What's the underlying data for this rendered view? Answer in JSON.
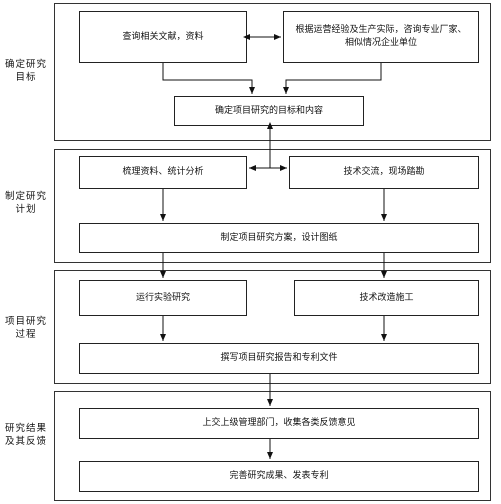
{
  "stages": [
    {
      "id": "s1",
      "label": "确定研究目标"
    },
    {
      "id": "s2",
      "label": "制定研究计划"
    },
    {
      "id": "s3",
      "label": "项目研究过程"
    },
    {
      "id": "s4",
      "label": "研究结果及其反馈"
    }
  ],
  "boxes": {
    "b1": "查询相关文献，资料",
    "b2": "根据运营经验及生产实际，咨询专业厂家、相似情况企业单位",
    "b3": "确定项目研究的目标和内容",
    "b4": "梳理资料、统计分析",
    "b5": "技术交流，现场踏勘",
    "b6": "制定项目研究方案，设计图纸",
    "b7": "运行实验研究",
    "b8": "技术改造施工",
    "b9": "撰写项目研究报告和专利文件",
    "b10": "上交上级管理部门，收集各类反馈意见",
    "b11": "完善研究成果、发表专利"
  }
}
